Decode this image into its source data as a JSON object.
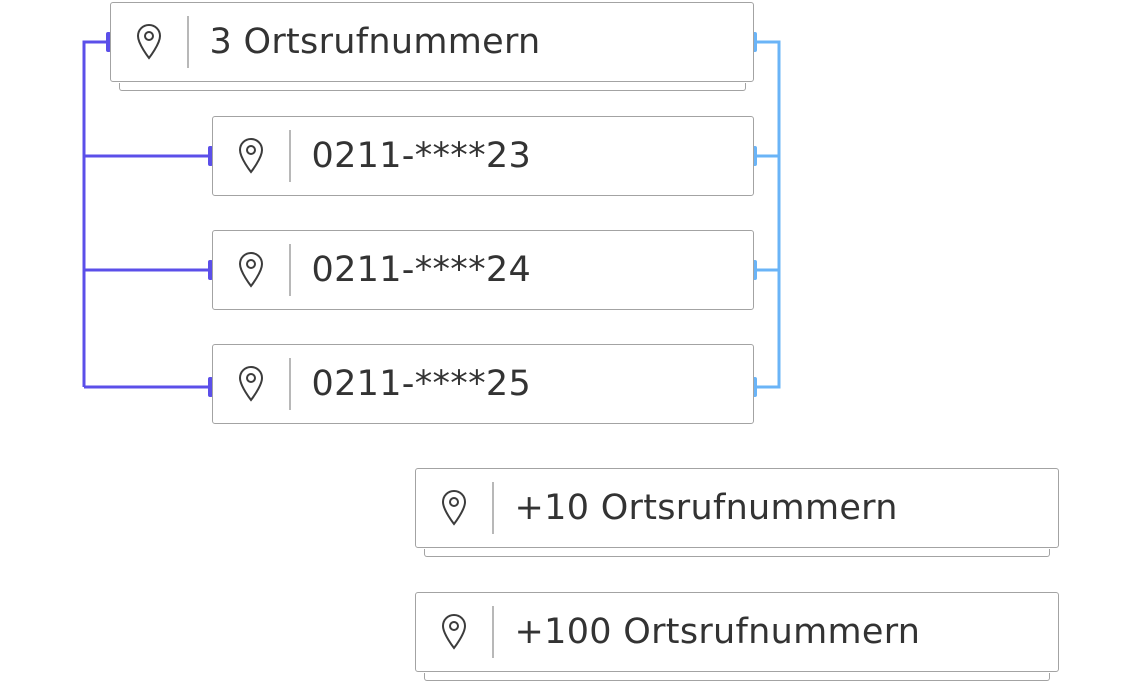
{
  "colors": {
    "left_bracket": "#5b4fe9",
    "right_bracket": "#6ab4f7",
    "card_border": "#a3a3a3",
    "text": "#333333"
  },
  "cards": [
    {
      "icon": "location-pin-icon",
      "label": "3 Ortsrufnummern"
    },
    {
      "icon": "location-pin-icon",
      "label": "0211-****23"
    },
    {
      "icon": "location-pin-icon",
      "label": "0211-****24"
    },
    {
      "icon": "location-pin-icon",
      "label": "0211-****25"
    },
    {
      "icon": "location-pin-icon",
      "label": "+10 Ortsrufnummern"
    },
    {
      "icon": "location-pin-icon",
      "label": "+100 Ortsrufnummern"
    }
  ]
}
